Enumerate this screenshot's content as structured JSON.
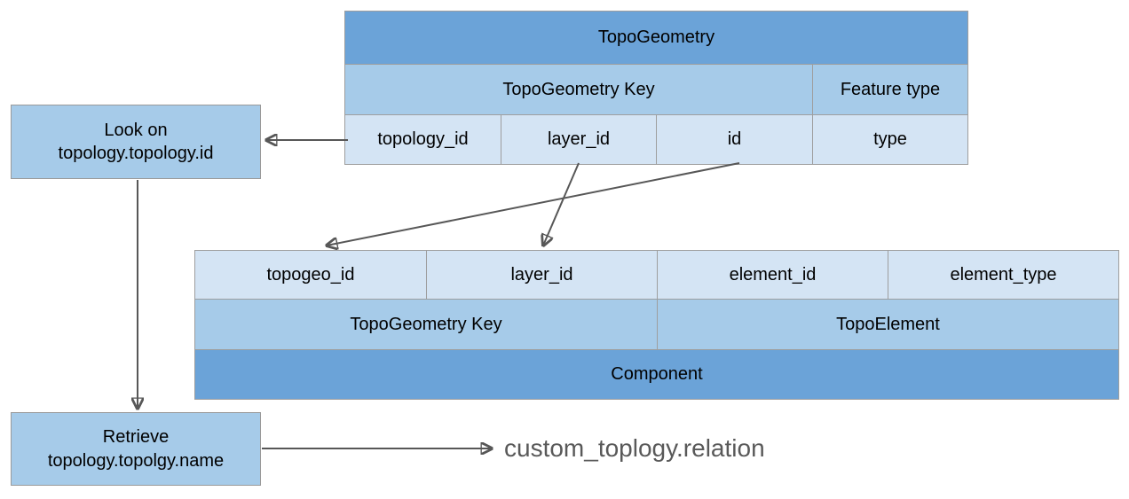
{
  "diagram": {
    "title_hidden": "PostGIS TopoGeometry relation mapping",
    "colors": {
      "tone_dark": "#6ba3d8",
      "tone_mid": "#a6cbe9",
      "tone_light": "#d4e4f4",
      "border": "#9e9e9e",
      "connector": "#575757",
      "free_text": "#595959"
    },
    "topo_geometry_table": {
      "header": "TopoGeometry",
      "group_row": [
        {
          "label": "TopoGeometry Key"
        },
        {
          "label": "Feature type"
        }
      ],
      "field_row": [
        {
          "label": "topology_id"
        },
        {
          "label": "layer_id"
        },
        {
          "label": "id"
        },
        {
          "label": "type"
        }
      ]
    },
    "component_table": {
      "field_row": [
        {
          "label": "topogeo_id"
        },
        {
          "label": "layer_id"
        },
        {
          "label": "element_id"
        },
        {
          "label": "element_type"
        }
      ],
      "group_row": [
        {
          "label": "TopoGeometry Key"
        },
        {
          "label": "TopoElement"
        }
      ],
      "footer": "Component"
    },
    "process_boxes": [
      {
        "id": "look-on",
        "line1": "Look on",
        "line2": "topology.topology.id"
      },
      {
        "id": "retrieve",
        "line1": "Retrieve",
        "line2": "topology.topolgy.name"
      }
    ],
    "free_labels": [
      {
        "id": "relation-target",
        "text": "custom_toplogy.relation"
      }
    ]
  }
}
